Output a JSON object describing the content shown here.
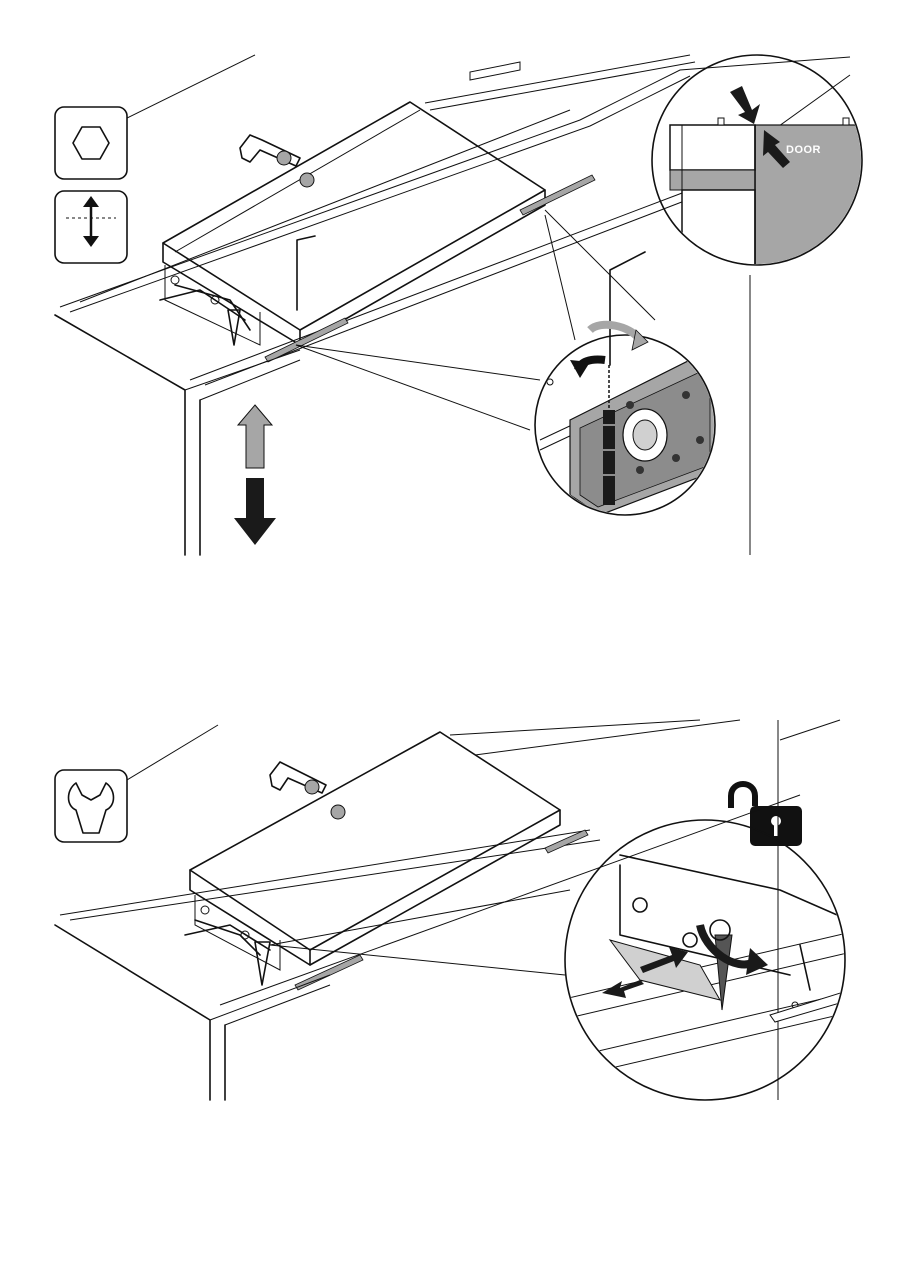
{
  "steps": [
    {
      "id": "height-adjustment",
      "icons": [
        "hex-key-icon",
        "vertical-adjust-icon"
      ],
      "detail_label": "DOOR",
      "arrows": [
        "arrow-up",
        "arrow-down",
        "rotate-arrow"
      ]
    },
    {
      "id": "unlock-release",
      "icons": [
        "wrench-icon",
        "padlock-open-icon"
      ],
      "arrows": [
        "push-arrow",
        "slide-arrow",
        "rotate-arrow"
      ]
    }
  ],
  "colors": {
    "line": "#111111",
    "grey_fill": "#a6a6a6",
    "dark_fill": "#1a1a1a",
    "paper": "#ffffff"
  }
}
